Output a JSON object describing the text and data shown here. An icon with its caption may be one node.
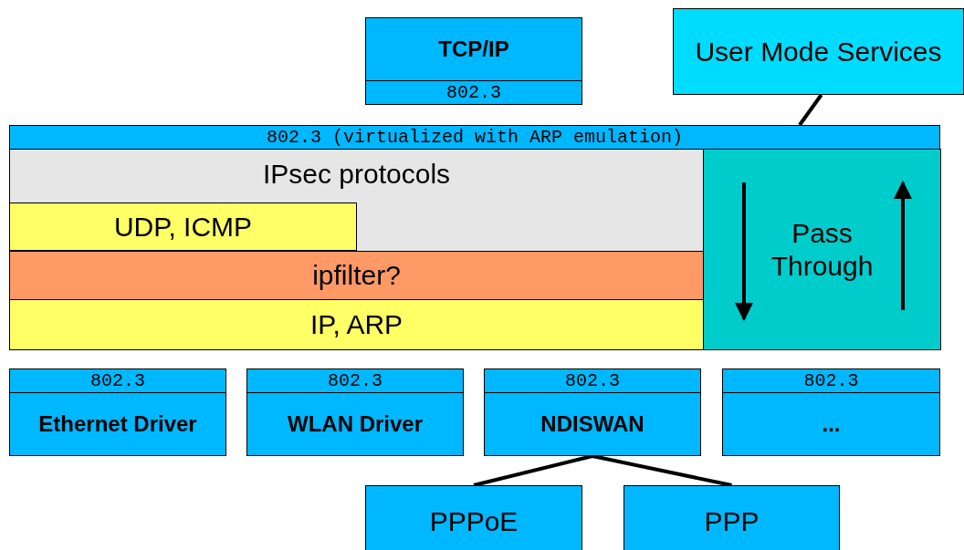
{
  "diagram": {
    "nodes": [
      {
        "text": [
          "TCP/IP",
          "802.3"
        ]
      },
      {
        "text": [
          "User Mode Services"
        ]
      },
      {
        "text": [
          "802.3 (virtualized with ARP emulation)"
        ]
      },
      {
        "text": [
          "IPsec protocols"
        ],
        "in": 2
      },
      {
        "text": [
          "UDP, ICMP"
        ],
        "in": 3
      },
      {
        "text": [
          "ipfilter?"
        ],
        "in": 2
      },
      {
        "text": [
          "IP, ARP"
        ],
        "in": 2
      },
      {
        "text": [
          "Pass Through"
        ],
        "in": 2
      },
      {
        "text": [
          "802.3",
          "Ethernet Driver"
        ]
      },
      {
        "text": [
          "802.3",
          "WLAN Driver"
        ]
      },
      {
        "text": [
          "802.3",
          "NDISWAN"
        ]
      },
      {
        "text": [
          "802.3",
          "..."
        ]
      },
      {
        "text": [
          "PPPoE"
        ]
      },
      {
        "text": [
          "PPP"
        ]
      }
    ],
    "edges": [
      {
        "from": 1,
        "to": 2,
        "arrow": "none"
      },
      {
        "from": 10,
        "to": 12,
        "arrow": "none"
      },
      {
        "from": 10,
        "to": 13,
        "arrow": "none"
      }
    ]
  }
}
